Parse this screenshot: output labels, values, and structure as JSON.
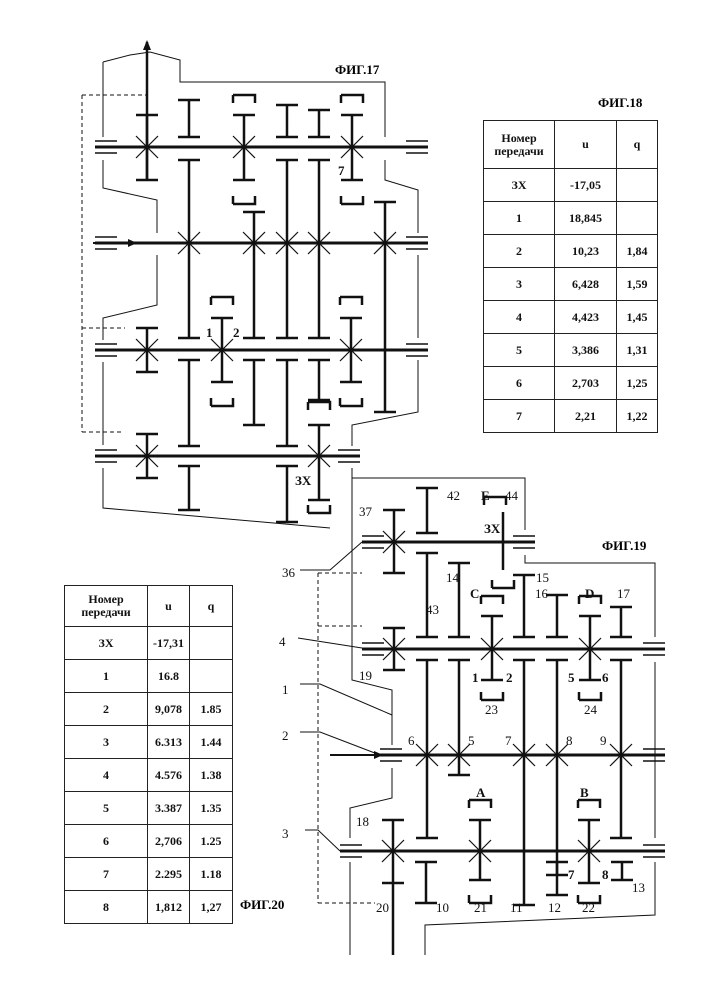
{
  "fig17": {
    "title": "ФИГ.17",
    "labels": {
      "g7": "7",
      "g1": "1",
      "g2": "2",
      "rev": "ЗХ"
    }
  },
  "fig18": {
    "title": "ФИГ.18",
    "headers": [
      "Номер передачи",
      "u",
      "q"
    ],
    "rows": [
      [
        "ЗХ",
        "-17,05",
        ""
      ],
      [
        "1",
        "18,845",
        ""
      ],
      [
        "2",
        "10,23",
        "1,84"
      ],
      [
        "3",
        "6,428",
        "1,59"
      ],
      [
        "4",
        "4,423",
        "1,45"
      ],
      [
        "5",
        "3,386",
        "1,31"
      ],
      [
        "6",
        "2,703",
        "1,25"
      ],
      [
        "7",
        "2,21",
        "1,22"
      ]
    ]
  },
  "fig19": {
    "title": "ФИГ.19",
    "labels": {
      "l42": "42",
      "lE": "E",
      "l44": "44",
      "l37": "37",
      "lrev": "ЗХ",
      "l36": "36",
      "l14": "14",
      "l15": "15",
      "lC": "C",
      "l16": "16",
      "lD": "D",
      "l17": "17",
      "l43": "43",
      "l4": "4",
      "l19": "19",
      "s1": "1",
      "s2": "2",
      "s5": "5",
      "s6": "6",
      "l23": "23",
      "l24": "24",
      "l1": "1",
      "l2": "2",
      "g6": "6",
      "g5": "5",
      "g7": "7",
      "g8": "8",
      "g9": "9",
      "lA": "A",
      "lB": "B",
      "l18": "18",
      "l3": "3",
      "s7": "7",
      "s8": "8",
      "l13": "13",
      "l20": "20",
      "l10": "10",
      "l21": "21",
      "l11": "11",
      "l12": "12",
      "l22": "22"
    }
  },
  "fig20": {
    "title": "ФИГ.20",
    "headers": [
      "Номер передачи",
      "u",
      "q"
    ],
    "rows": [
      [
        "ЗХ",
        "-17,31",
        ""
      ],
      [
        "1",
        "16.8",
        ""
      ],
      [
        "2",
        "9,078",
        "1.85"
      ],
      [
        "3",
        "6.313",
        "1.44"
      ],
      [
        "4",
        "4.576",
        "1.38"
      ],
      [
        "5",
        "3.387",
        "1.35"
      ],
      [
        "6",
        "2,706",
        "1.25"
      ],
      [
        "7",
        "2.295",
        "1.18"
      ],
      [
        "8",
        "1,812",
        "1,27"
      ]
    ]
  }
}
